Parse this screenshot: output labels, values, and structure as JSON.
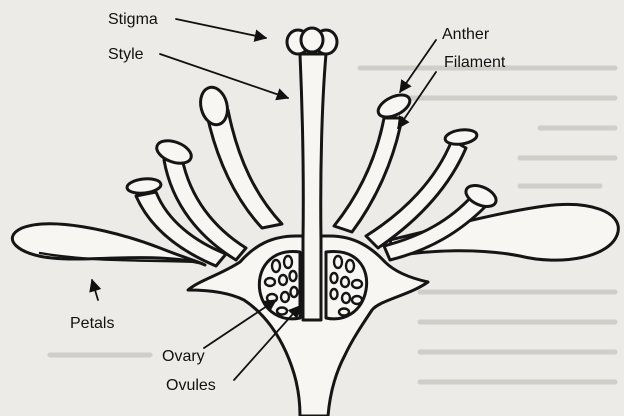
{
  "diagram": {
    "labels": {
      "stigma": "Stigma",
      "style": "Style",
      "anther": "Anther",
      "filament": "Filament",
      "petals": "Petals",
      "ovary": "Ovary",
      "ovules": "Ovules"
    }
  }
}
